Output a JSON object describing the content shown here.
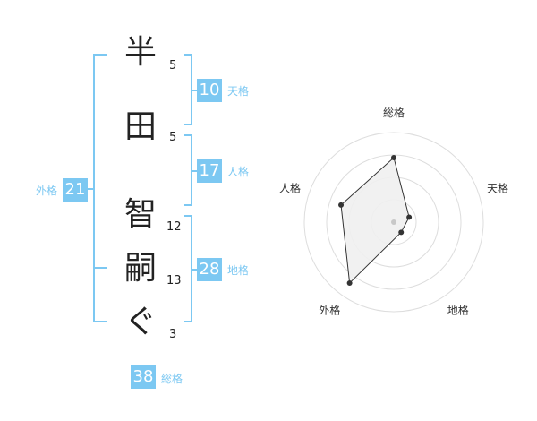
{
  "name_chars": [
    {
      "char": "半",
      "strokes": "5"
    },
    {
      "char": "田",
      "strokes": "5"
    },
    {
      "char": "智",
      "strokes": "12"
    },
    {
      "char": "嗣",
      "strokes": "13"
    },
    {
      "char": "ぐ",
      "strokes": "3"
    }
  ],
  "kaku": {
    "ten": {
      "value": "10",
      "label": "天格"
    },
    "jin": {
      "value": "17",
      "label": "人格"
    },
    "chi": {
      "value": "28",
      "label": "地格"
    },
    "gai": {
      "value": "21",
      "label": "外格"
    },
    "sou": {
      "value": "38",
      "label": "総格"
    }
  },
  "colors": {
    "accent": "#7cc8f2"
  },
  "chart_data": {
    "type": "radar",
    "axes": [
      "総格",
      "天格",
      "地格",
      "外格",
      "人格"
    ],
    "values": [
      0.72,
      0.18,
      0.14,
      0.84,
      0.62
    ],
    "range": [
      0,
      1
    ],
    "rings": 4
  }
}
